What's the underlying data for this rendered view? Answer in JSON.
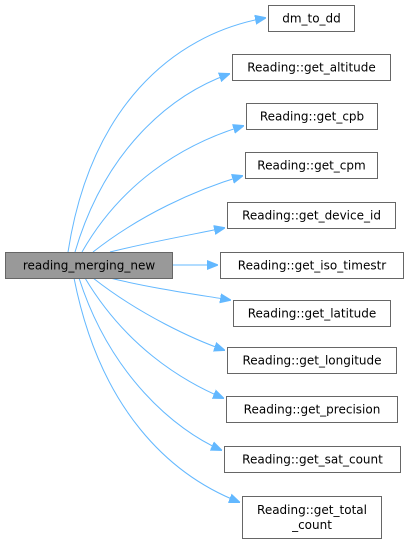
{
  "diagram": {
    "type": "call-graph",
    "colors": {
      "source_fill": "#999999",
      "node_fill": "#ffffff",
      "node_border": "#666666",
      "edge": "#63b8ff",
      "text": "#000000"
    },
    "source": {
      "id": "reading_merging_new",
      "label": [
        "reading_merging_new"
      ]
    },
    "targets": [
      {
        "id": "dm_to_dd",
        "label": [
          "dm_to_dd"
        ]
      },
      {
        "id": "get_altitude",
        "label": [
          "Reading::get_altitude"
        ]
      },
      {
        "id": "get_cpb",
        "label": [
          "Reading::get_cpb"
        ]
      },
      {
        "id": "get_cpm",
        "label": [
          "Reading::get_cpm"
        ]
      },
      {
        "id": "get_device_id",
        "label": [
          "Reading::get_device_id"
        ]
      },
      {
        "id": "get_iso_timestr",
        "label": [
          "Reading::get_iso_timestr"
        ]
      },
      {
        "id": "get_latitude",
        "label": [
          "Reading::get_latitude"
        ]
      },
      {
        "id": "get_longitude",
        "label": [
          "Reading::get_longitude"
        ]
      },
      {
        "id": "get_precision",
        "label": [
          "Reading::get_precision"
        ]
      },
      {
        "id": "get_sat_count",
        "label": [
          "Reading::get_sat_count"
        ]
      },
      {
        "id": "get_total_count",
        "label": [
          "Reading::get_total",
          "_count"
        ]
      }
    ],
    "edges": [
      {
        "from": "reading_merging_new",
        "to": "dm_to_dd"
      },
      {
        "from": "reading_merging_new",
        "to": "get_altitude"
      },
      {
        "from": "reading_merging_new",
        "to": "get_cpb"
      },
      {
        "from": "reading_merging_new",
        "to": "get_cpm"
      },
      {
        "from": "reading_merging_new",
        "to": "get_device_id"
      },
      {
        "from": "reading_merging_new",
        "to": "get_iso_timestr"
      },
      {
        "from": "reading_merging_new",
        "to": "get_latitude"
      },
      {
        "from": "reading_merging_new",
        "to": "get_longitude"
      },
      {
        "from": "reading_merging_new",
        "to": "get_precision"
      },
      {
        "from": "reading_merging_new",
        "to": "get_sat_count"
      },
      {
        "from": "reading_merging_new",
        "to": "get_total_count"
      }
    ]
  }
}
